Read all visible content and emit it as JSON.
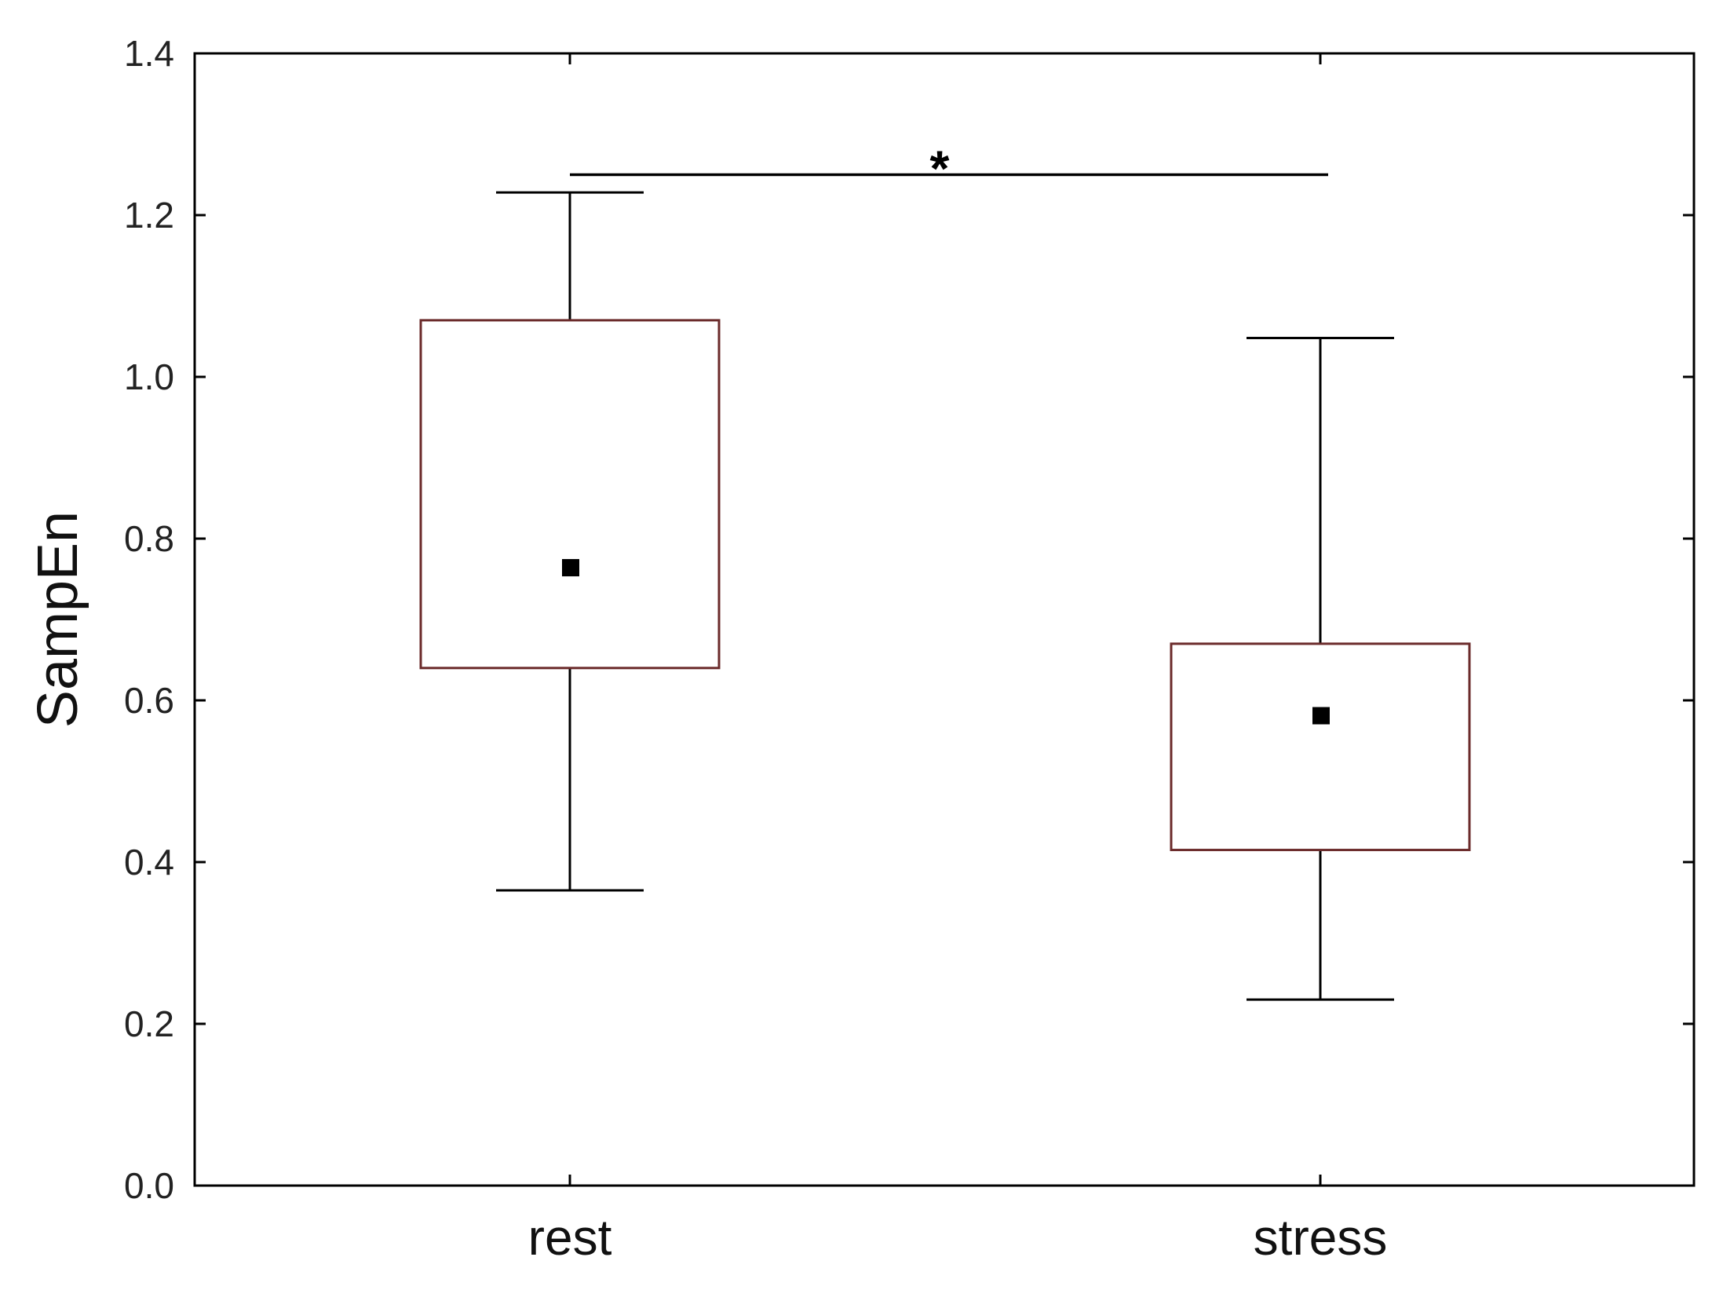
{
  "chart_data": {
    "type": "box",
    "ylabel": "SampEn",
    "xlabel": "",
    "ylim": [
      0.0,
      1.4
    ],
    "yticks": [
      "0.0",
      "0.2",
      "0.4",
      "0.6",
      "0.8",
      "1.0",
      "1.2",
      "1.4"
    ],
    "ytick_values": [
      0.0,
      0.2,
      0.4,
      0.6,
      0.8,
      1.0,
      1.2,
      1.4
    ],
    "categories": [
      "rest",
      "stress"
    ],
    "boxes": [
      {
        "category": "rest",
        "whisker_low": 0.365,
        "box_low": 0.64,
        "center": 0.765,
        "box_high": 1.07,
        "whisker_high": 1.228
      },
      {
        "category": "stress",
        "whisker_low": 0.23,
        "box_low": 0.415,
        "center": 0.582,
        "box_high": 0.67,
        "whisker_high": 1.048
      }
    ],
    "significance": {
      "between": [
        "rest",
        "stress"
      ],
      "label": "*",
      "y": 1.25
    },
    "grid": false,
    "colors": {
      "box_edge": "#6b2b2b",
      "whisker": "#000000",
      "center_marker": "#000000",
      "axis": "#000000"
    }
  }
}
